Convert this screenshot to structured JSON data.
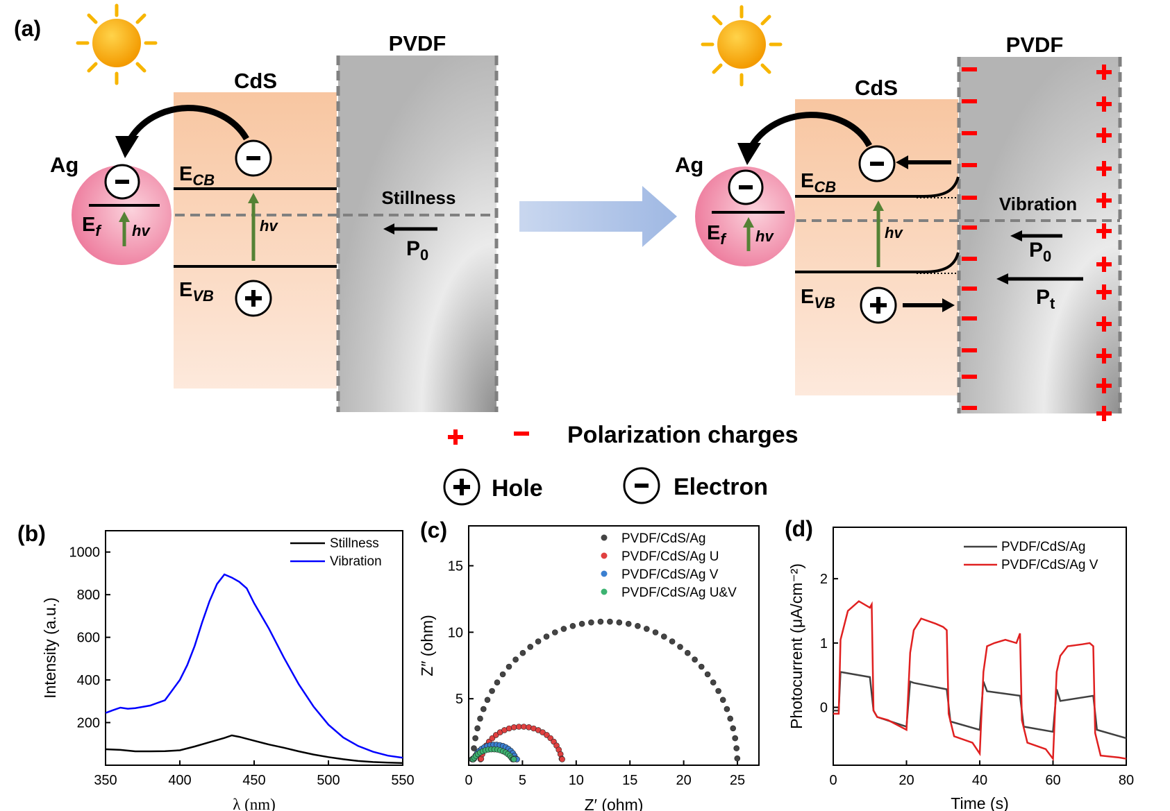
{
  "panel_a": {
    "label": "(a)",
    "left": {
      "pvdf_label": "PVDF",
      "cds_label": "CdS",
      "ag_label": "Ag",
      "ecb_main": "E",
      "ecb_sub": "CB",
      "evb_main": "E",
      "evb_sub": "VB",
      "ef_main": "E",
      "ef_sub": "f",
      "hv_label": "hv",
      "state_label": "Stillness",
      "p0_main": "P",
      "p0_sub": "0"
    },
    "right": {
      "pvdf_label": "PVDF",
      "cds_label": "CdS",
      "ag_label": "Ag",
      "ecb_main": "E",
      "ecb_sub": "CB",
      "evb_main": "E",
      "evb_sub": "VB",
      "ef_main": "E",
      "ef_sub": "f",
      "hv_label": "hv",
      "state_label": "Vibration",
      "p0_main": "P",
      "p0_sub": "0",
      "pt_main": "P",
      "pt_sub": "t"
    },
    "legend": {
      "polarization": "Polarization charges",
      "hole": "Hole",
      "electron": "Electron"
    },
    "colors": {
      "pvdf_gray": "#a8a8a8",
      "cds_peach": "#f8c7a2",
      "ag_pink": "#ef7fa0",
      "arrow_green": "#548235",
      "charge_red": "#ff0000",
      "transition_blue": "#b4c7e7"
    }
  },
  "chart_data": [
    {
      "panel": "(b)",
      "type": "line",
      "xlabel": "λ (nm)",
      "ylabel": "Intensity (a.u.)",
      "xlim": [
        350,
        550
      ],
      "ylim": [
        0,
        1100
      ],
      "xticks": [
        350,
        400,
        450,
        500,
        550
      ],
      "yticks": [
        200,
        400,
        600,
        800,
        1000
      ],
      "legend_position": "top-right",
      "series": [
        {
          "name": "Stillness",
          "color": "#000000",
          "x": [
            350,
            360,
            370,
            380,
            390,
            400,
            410,
            420,
            430,
            435,
            440,
            450,
            460,
            470,
            480,
            490,
            500,
            510,
            520,
            530,
            540,
            550
          ],
          "y": [
            75,
            72,
            65,
            65,
            66,
            70,
            88,
            108,
            128,
            140,
            133,
            115,
            97,
            82,
            65,
            50,
            38,
            28,
            20,
            15,
            12,
            10
          ]
        },
        {
          "name": "Vibration",
          "color": "#0000ff",
          "x": [
            350,
            355,
            360,
            365,
            370,
            380,
            390,
            400,
            405,
            410,
            415,
            420,
            425,
            430,
            435,
            440,
            445,
            450,
            455,
            460,
            470,
            480,
            490,
            500,
            510,
            520,
            530,
            540,
            550
          ],
          "y": [
            245,
            258,
            270,
            265,
            268,
            280,
            305,
            400,
            470,
            560,
            670,
            770,
            850,
            895,
            880,
            860,
            830,
            760,
            700,
            640,
            505,
            380,
            275,
            190,
            130,
            90,
            63,
            45,
            35
          ]
        }
      ]
    },
    {
      "panel": "(c)",
      "type": "scatter",
      "xlabel": "Z′ (ohm)",
      "ylabel": "Z″ (ohm)",
      "xlim": [
        0,
        27
      ],
      "ylim": [
        0,
        18
      ],
      "xticks": [
        0,
        5,
        10,
        15,
        20,
        25
      ],
      "yticks": [
        5,
        10,
        15
      ],
      "legend_position": "top-right",
      "series": [
        {
          "name": "PVDF/CdS/Ag",
          "color": "#444444",
          "center": 12.7,
          "radius": 12.3,
          "ymax": 10.8,
          "n": 44
        },
        {
          "name": "PVDF/CdS/Ag U",
          "color": "#e04040",
          "center": 4.9,
          "radius": 3.8,
          "ymax": 2.9,
          "n": 26
        },
        {
          "name": "PVDF/CdS/Ag V",
          "color": "#3a7fd0",
          "center": 2.45,
          "radius": 2.05,
          "ymax": 1.55,
          "n": 22
        },
        {
          "name": "PVDF/CdS/Ag U&V",
          "color": "#3cb371",
          "center": 2.25,
          "radius": 1.95,
          "ymax": 1.2,
          "n": 22
        }
      ]
    },
    {
      "panel": "(d)",
      "type": "line",
      "xlabel": "Time (s)",
      "ylabel": "Photocurrent (μA/cm⁻²)",
      "xlim": [
        0,
        80
      ],
      "ylim": [
        -0.9,
        2.8
      ],
      "xticks": [
        0,
        20,
        40,
        60,
        80
      ],
      "yticks": [
        0,
        1,
        2
      ],
      "legend_position": "top-right",
      "series": [
        {
          "name": "PVDF/CdS/Ag",
          "color": "#404040",
          "x": [
            0,
            1.5,
            2,
            10,
            11,
            12,
            20,
            21,
            22,
            31,
            32,
            40,
            41,
            42,
            51,
            52,
            60,
            61,
            62,
            71,
            72,
            80
          ],
          "y": [
            -0.05,
            -0.05,
            0.55,
            0.47,
            -0.05,
            -0.15,
            -0.3,
            0.4,
            0.38,
            0.28,
            -0.22,
            -0.35,
            0.4,
            0.25,
            0.18,
            -0.3,
            -0.38,
            0.28,
            0.1,
            0.18,
            -0.35,
            -0.48
          ]
        },
        {
          "name": "PVDF/CdS/Ag V",
          "color": "#e02020",
          "x": [
            0,
            1.5,
            2,
            4,
            7,
            10,
            10.5,
            11,
            12,
            15,
            20,
            21,
            22,
            24,
            28,
            30,
            31,
            31.5,
            33,
            38,
            40,
            41,
            42,
            44,
            47,
            50,
            51,
            51.5,
            53,
            58,
            60,
            61,
            62,
            64,
            68,
            70,
            71,
            71.5,
            73,
            78,
            80
          ],
          "y": [
            -0.1,
            -0.1,
            1.05,
            1.5,
            1.65,
            1.55,
            1.6,
            -0.05,
            -0.15,
            -0.2,
            -0.35,
            0.85,
            1.2,
            1.38,
            1.3,
            1.25,
            1.2,
            -0.1,
            -0.45,
            -0.55,
            -0.72,
            0.55,
            0.95,
            1.0,
            1.05,
            1.0,
            1.15,
            -0.2,
            -0.55,
            -0.65,
            -0.8,
            0.55,
            0.8,
            0.95,
            0.98,
            1.0,
            0.95,
            -0.4,
            -0.75,
            -0.78,
            -0.8
          ]
        }
      ]
    }
  ]
}
